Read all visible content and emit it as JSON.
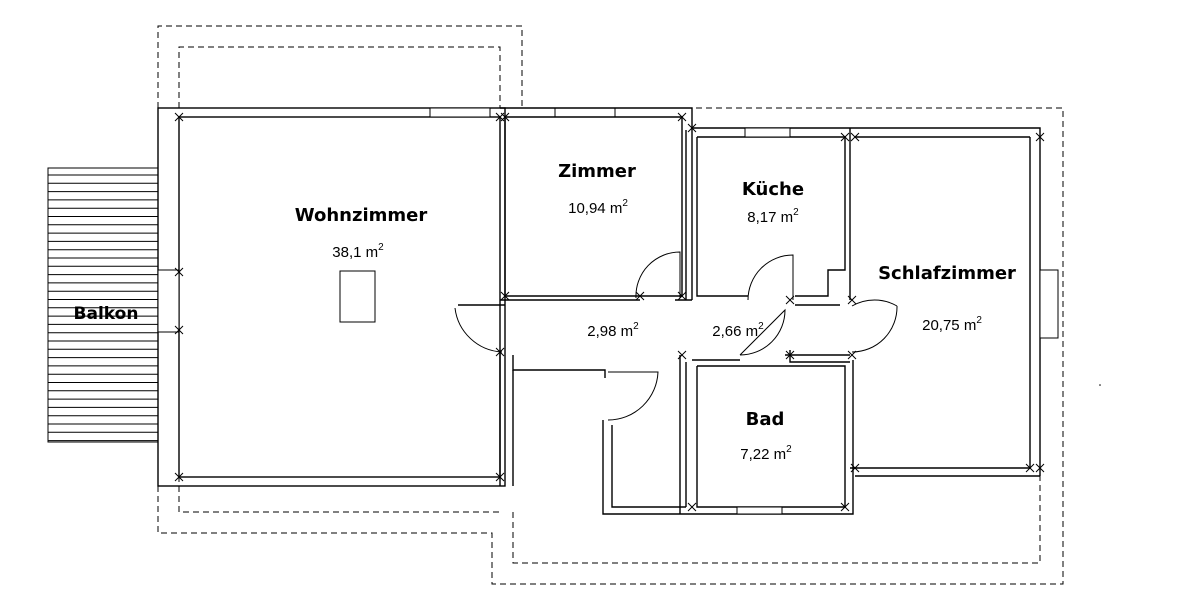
{
  "rooms": {
    "wohnzimmer": {
      "name": "Wohnzimmer",
      "area_value": "38,1 m",
      "area_exp": "2"
    },
    "zimmer": {
      "name": "Zimmer",
      "area_value": "10,94 m",
      "area_exp": "2"
    },
    "kueche": {
      "name": "Küche",
      "area_value": "8,17 m",
      "area_exp": "2"
    },
    "schlafzimmer": {
      "name": "Schlafzimmer",
      "area_value": "20,75 m",
      "area_exp": "2"
    },
    "bad": {
      "name": "Bad",
      "area_value": "7,22 m",
      "area_exp": "2"
    },
    "balkon": {
      "name": "Balkon"
    },
    "flur_left": {
      "area_value": "2,98 m",
      "area_exp": "2"
    },
    "flur_right": {
      "area_value": "2,66 m",
      "area_exp": "2"
    }
  }
}
